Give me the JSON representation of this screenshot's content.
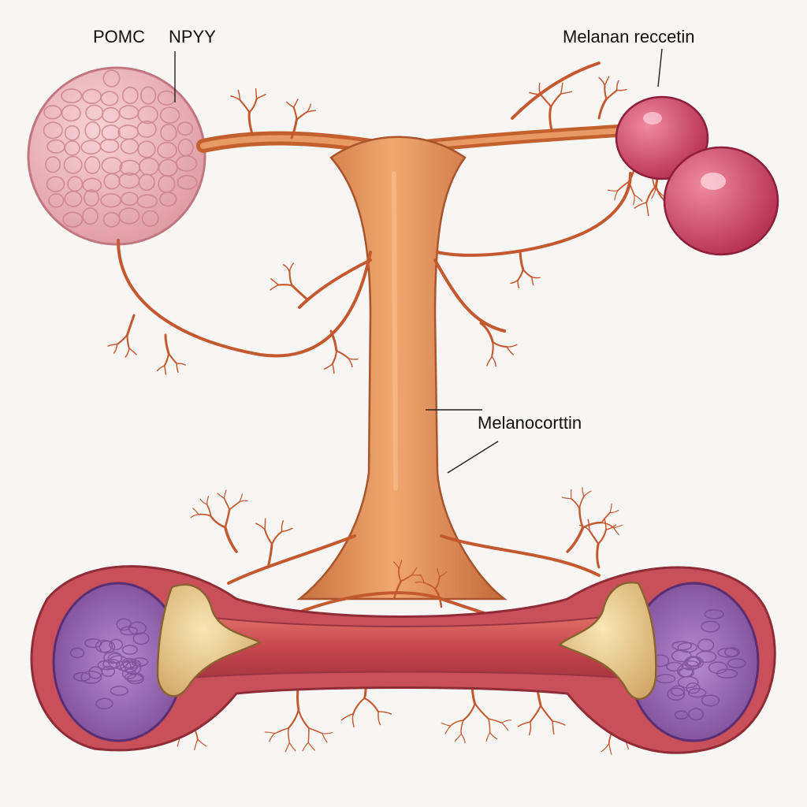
{
  "labels": {
    "pomc": "POMC",
    "npyy": "NPYY",
    "melanan_receptor": "Melanan reccetin",
    "melanocortin": "Melanocorttin"
  },
  "colors": {
    "background": "#f8f6f4",
    "stalk": "#d9834f",
    "vessel": "#c4582e",
    "pink_cell": "#eab0b4",
    "receptor": "#c8385a",
    "kidney_cortex": "#c8505c",
    "kidney_medulla": "#8a5aa8",
    "adrenal": "#e6c88a",
    "label_text": "#111111"
  }
}
